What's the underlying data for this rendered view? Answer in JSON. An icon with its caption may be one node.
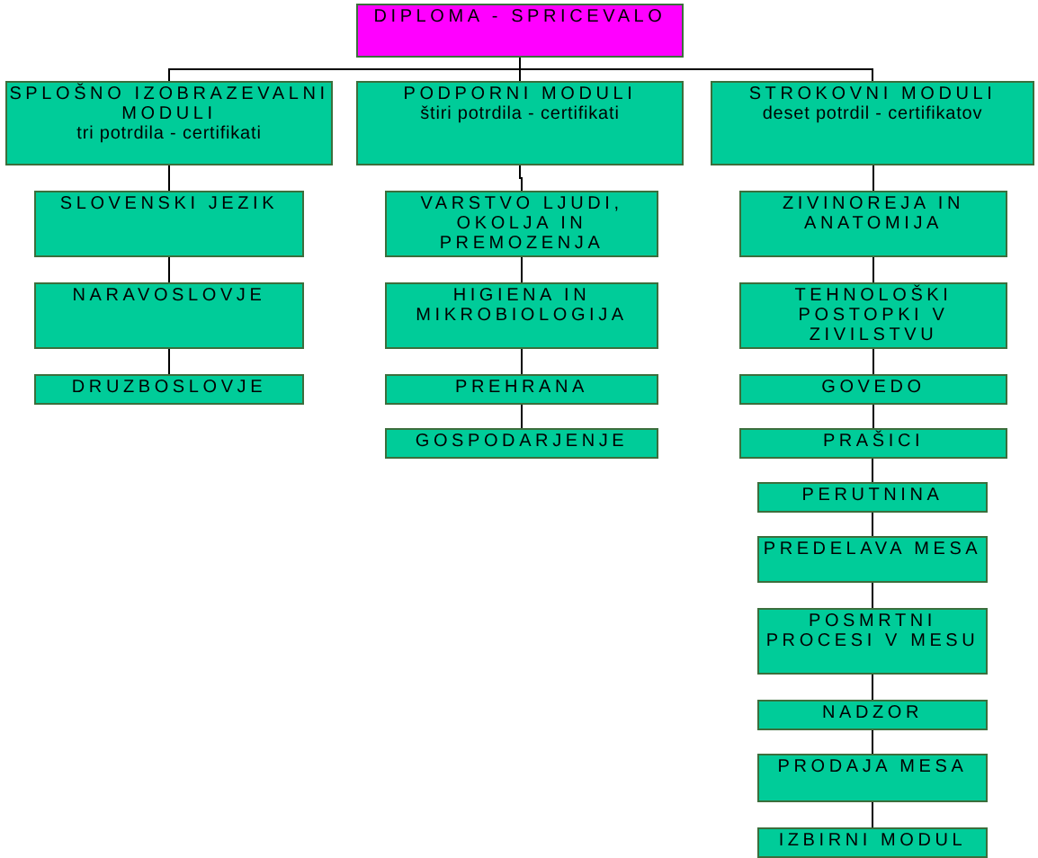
{
  "diagram": {
    "nodes": [
      {
        "text": [
          "DIPLOMA - SPRICEVALO"
        ]
      },
      {
        "text": [
          "SPLOŠNO IZOBRAZEVALNI MODULI",
          "tri potrdila - certifikati"
        ]
      },
      {
        "text": [
          "SLOVENSKI JEZIK"
        ]
      },
      {
        "text": [
          "NARAVOSLOVJE"
        ]
      },
      {
        "text": [
          "DRUZBOSLOVJE"
        ]
      },
      {
        "text": [
          "PODPORNI MODULI",
          "štiri potrdila - certifikati"
        ]
      },
      {
        "text": [
          "VARSTVO LJUDI, OKOLJA IN PREMOZENJA"
        ]
      },
      {
        "text": [
          "HIGIENA IN MIKROBIOLOGIJA"
        ]
      },
      {
        "text": [
          "PREHRANA"
        ]
      },
      {
        "text": [
          "GOSPODARJENJE"
        ]
      },
      {
        "text": [
          "STROKOVNI MODULI",
          "deset potrdil - certifikatov"
        ]
      },
      {
        "text": [
          "ZIVINOREJA IN ANATOMIJA"
        ]
      },
      {
        "text": [
          "TEHNOLOŠKI POSTOPKI V ZIVILSTVU"
        ]
      },
      {
        "text": [
          "GOVEDO"
        ]
      },
      {
        "text": [
          "PRAŠICI"
        ]
      },
      {
        "text": [
          "PERUTNINA"
        ]
      },
      {
        "text": [
          "PREDELAVA MESA"
        ]
      },
      {
        "text": [
          "POSMRTNI PROCESI V MESU"
        ]
      },
      {
        "text": [
          "NADZOR"
        ]
      },
      {
        "text": [
          "PRODAJA MESA"
        ]
      },
      {
        "text": [
          "IZBIRNI MODUL"
        ]
      }
    ],
    "edges": [
      {
        "from": 0,
        "to": 1,
        "arrow": "none"
      },
      {
        "from": 0,
        "to": 5,
        "arrow": "none"
      },
      {
        "from": 0,
        "to": 10,
        "arrow": "none"
      },
      {
        "from": 1,
        "to": 2,
        "arrow": "none"
      },
      {
        "from": 2,
        "to": 3,
        "arrow": "none"
      },
      {
        "from": 3,
        "to": 4,
        "arrow": "none"
      },
      {
        "from": 5,
        "to": 6,
        "arrow": "none"
      },
      {
        "from": 6,
        "to": 7,
        "arrow": "none"
      },
      {
        "from": 7,
        "to": 8,
        "arrow": "none"
      },
      {
        "from": 8,
        "to": 9,
        "arrow": "none"
      },
      {
        "from": 10,
        "to": 11,
        "arrow": "none"
      },
      {
        "from": 11,
        "to": 12,
        "arrow": "none"
      },
      {
        "from": 12,
        "to": 13,
        "arrow": "none"
      },
      {
        "from": 13,
        "to": 14,
        "arrow": "none"
      },
      {
        "from": 14,
        "to": 15,
        "arrow": "none"
      },
      {
        "from": 15,
        "to": 16,
        "arrow": "none"
      },
      {
        "from": 16,
        "to": 17,
        "arrow": "none"
      },
      {
        "from": 17,
        "to": 18,
        "arrow": "none"
      },
      {
        "from": 18,
        "to": 19,
        "arrow": "none"
      },
      {
        "from": 19,
        "to": 20,
        "arrow": "none"
      }
    ]
  }
}
